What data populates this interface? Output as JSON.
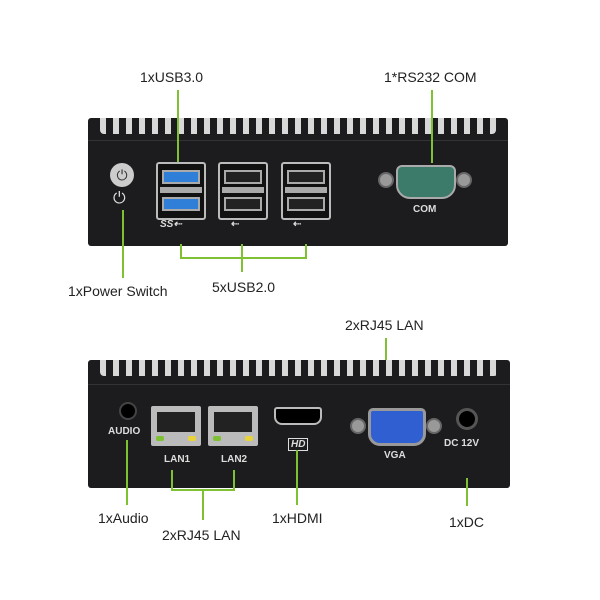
{
  "callouts": {
    "usb3": "1xUSB3.0",
    "rs232": "1*RS232 COM",
    "power": "1xPower Switch",
    "usb2": "5xUSB2.0",
    "rj45_top": "2xRJ45 LAN",
    "audio": "1xAudio",
    "rj45_bottom": "2xRJ45 LAN",
    "hdmi": "1xHDMI",
    "dc": "1xDC"
  },
  "panel_labels": {
    "com": "COM",
    "audio": "AUDIO",
    "lan1": "LAN1",
    "lan2": "LAN2",
    "hd": "HD",
    "vga": "VGA",
    "dc": "DC 12V",
    "ss": "SS"
  },
  "colors": {
    "callout_line": "#7ec234",
    "usb3_blue": "#2f7fd8",
    "com_green": "#3c7a6a",
    "vga_blue": "#2f5fd0"
  }
}
